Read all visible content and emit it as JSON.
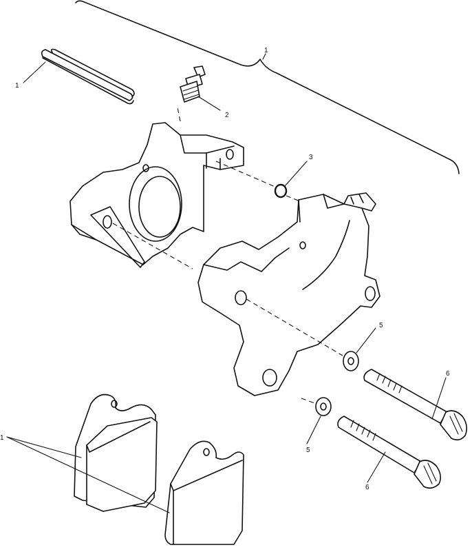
{
  "callouts": {
    "bracket_group": "1",
    "retaining_clip": "1",
    "bleeder_valve": "2",
    "o_ring": "3",
    "washer_upper": "5",
    "washer_lower": "5",
    "pin_bolt_upper": "6",
    "pin_bolt_lower": "6",
    "brake_pads": "1"
  }
}
